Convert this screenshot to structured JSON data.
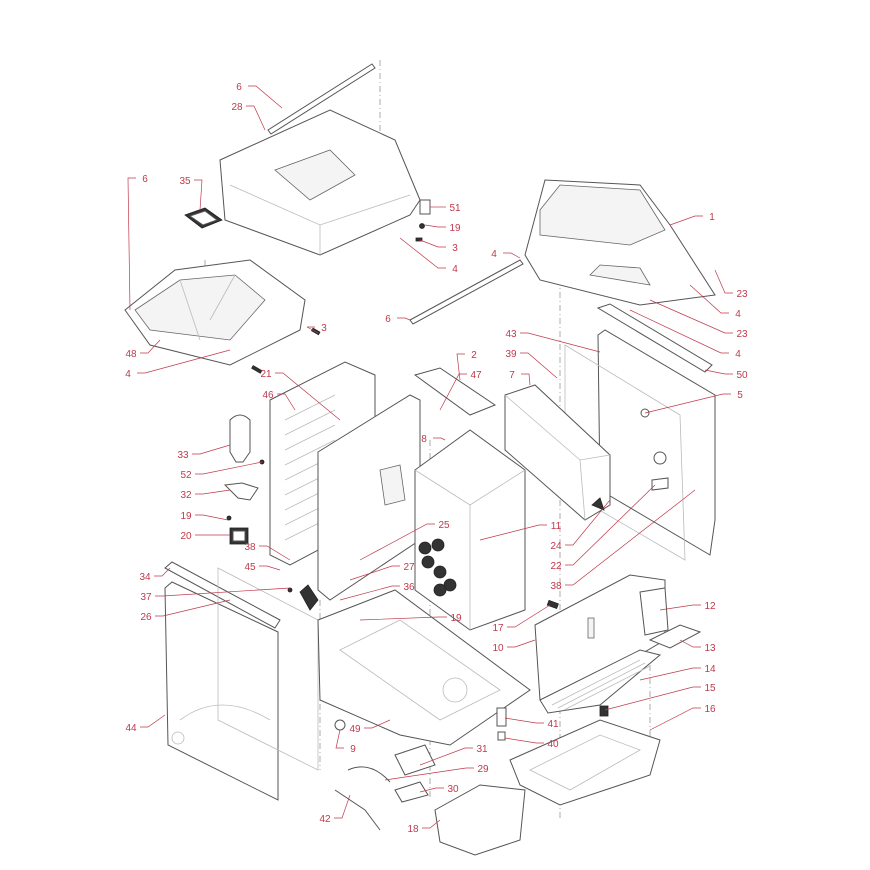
{
  "title": "Exploded parts diagram",
  "accent_color": "#c0394b",
  "labels": [
    "6",
    "28",
    "35",
    "6",
    "51",
    "19",
    "3",
    "4",
    "1",
    "4",
    "23",
    "4",
    "23",
    "4",
    "50",
    "6",
    "3",
    "48",
    "4",
    "21",
    "2",
    "47",
    "43",
    "39",
    "7",
    "5",
    "46",
    "33",
    "8",
    "52",
    "32",
    "19",
    "11",
    "20",
    "25",
    "38",
    "24",
    "45",
    "27",
    "22",
    "34",
    "36",
    "38",
    "37",
    "26",
    "19",
    "17",
    "12",
    "10",
    "13",
    "14",
    "15",
    "16",
    "44",
    "41",
    "49",
    "9",
    "40",
    "31",
    "29",
    "30",
    "42",
    "18"
  ]
}
